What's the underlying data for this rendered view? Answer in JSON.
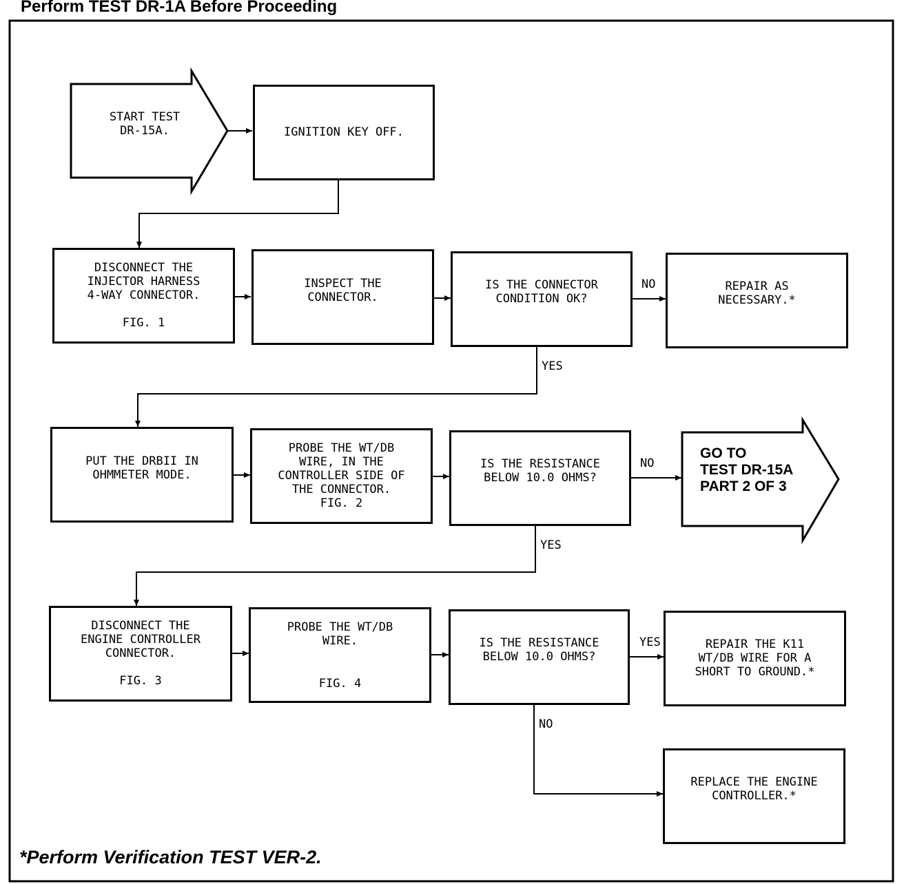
{
  "header": {
    "title": "Perform TEST DR-1A Before Proceeding"
  },
  "footer": {
    "note": "*Perform Verification TEST VER-2."
  },
  "start": {
    "text": "START TEST\nDR-15A."
  },
  "steps": {
    "ignition": "IGNITION KEY OFF.",
    "disconnect_injector": "DISCONNECT THE\nINJECTOR HARNESS\n4-WAY CONNECTOR.",
    "disconnect_injector_fig": "FIG. 1",
    "inspect": "INSPECT THE\nCONNECTOR.",
    "connector_ok": "IS THE CONNECTOR\nCONDITION OK?",
    "repair": "REPAIR AS\nNECESSARY.*",
    "drbii": "PUT THE DRBII IN\nOHMMETER MODE.",
    "probe_controller": "PROBE THE WT/DB\nWIRE, IN THE\nCONTROLLER SIDE OF\nTHE CONNECTOR.\nFIG. 2",
    "resistance_1": "IS THE RESISTANCE\nBELOW 10.0 OHMS?",
    "goto": "GO TO\nTEST DR-15A\nPART 2 OF 3",
    "disconnect_engine": "DISCONNECT THE\nENGINE CONTROLLER\nCONNECTOR.",
    "disconnect_engine_fig": "FIG. 3",
    "probe_wire": "PROBE THE WT/DB\nWIRE.",
    "probe_wire_fig": "FIG. 4",
    "resistance_2": "IS THE RESISTANCE\nBELOW 10.0 OHMS?",
    "repair_k11": "REPAIR THE K11\nWT/DB WIRE FOR A\nSHORT TO GROUND.*",
    "replace": "REPLACE THE ENGINE\nCONTROLLER.*"
  },
  "labels": {
    "no_1": "NO",
    "yes_1": "YES",
    "no_2": "NO",
    "yes_2": "YES",
    "yes_3": "YES",
    "no_3": "NO"
  }
}
